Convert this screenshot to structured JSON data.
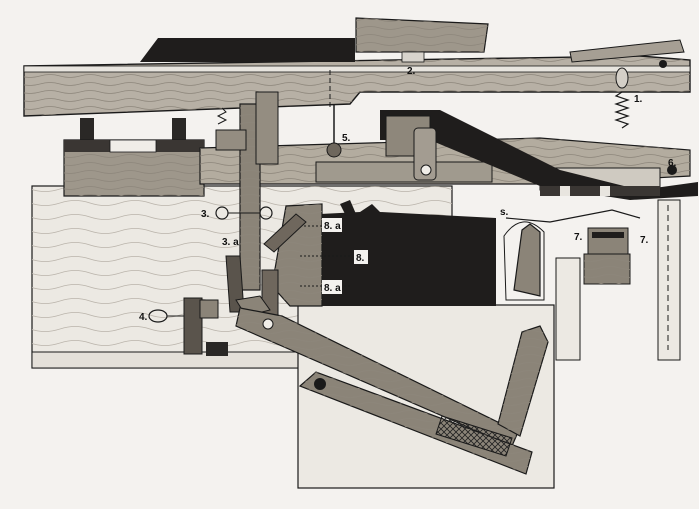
{
  "labels": {
    "l1": "1.",
    "l2": "2.",
    "l3": "3.",
    "l3a": "3. a",
    "l4": "4.",
    "l5": "5.",
    "l6": "6.",
    "l7a": "7.",
    "l7b": "7.",
    "l8": "8.",
    "l8a_top": "8. a",
    "l8a_bottom": "8. a",
    "ls": "s."
  },
  "colors": {
    "paper": "#f4f2ef",
    "wood_light": "#cfcac1",
    "wood_mid": "#a9a296",
    "wood_dark": "#6f675d",
    "ink": "#1a1a1a",
    "felt": "#242222"
  }
}
